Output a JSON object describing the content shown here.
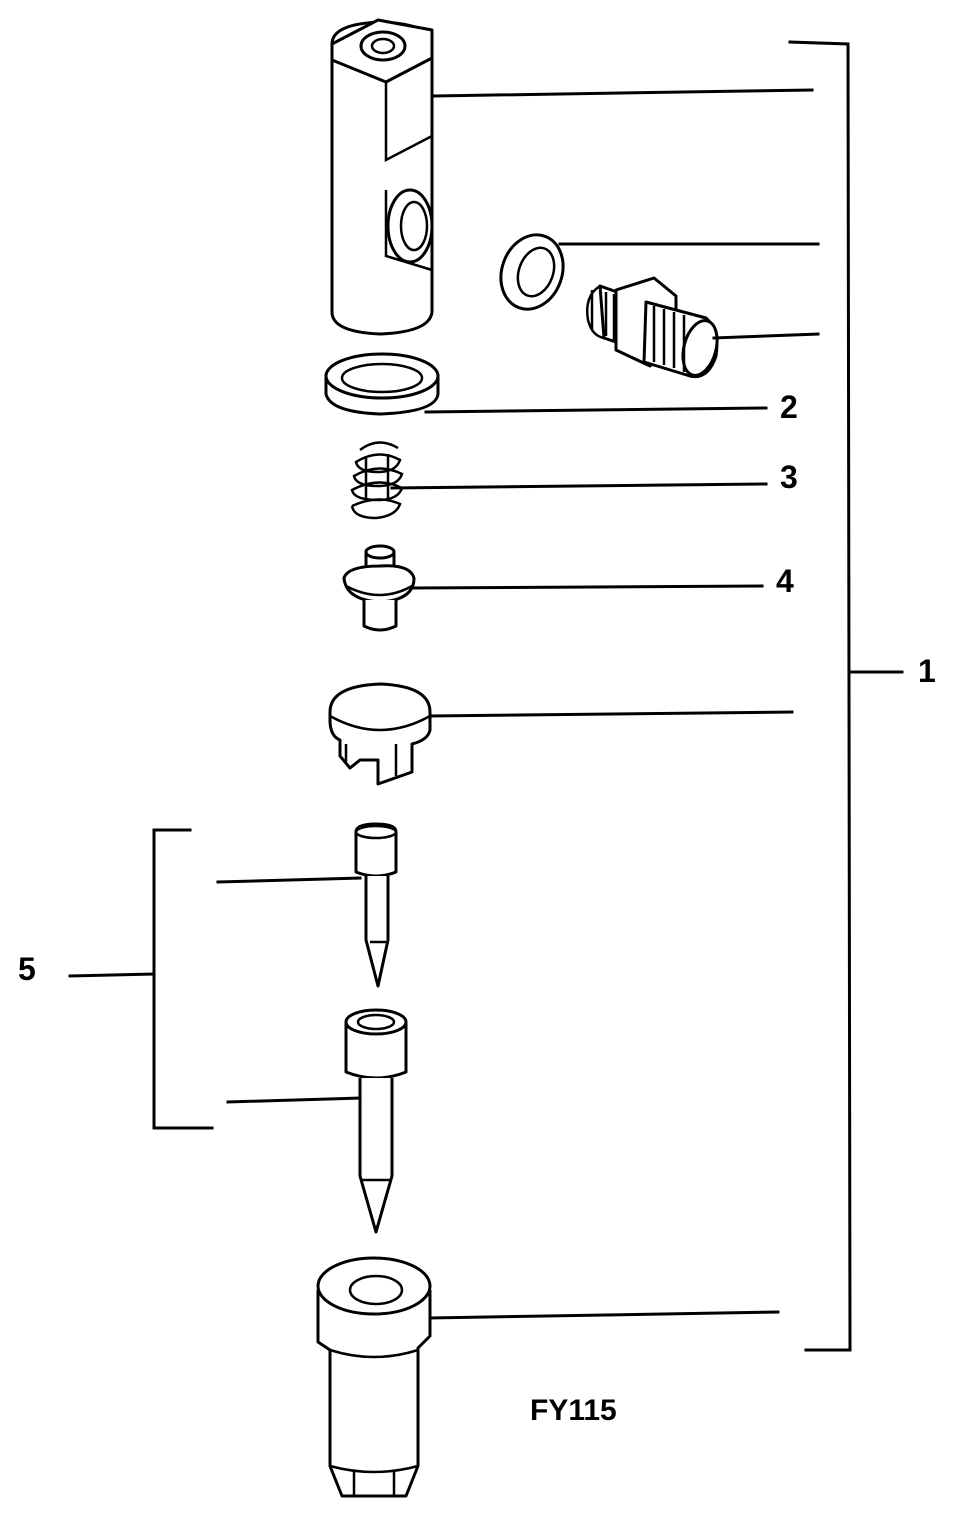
{
  "figure_code": "FY115",
  "callouts": {
    "n1": "1",
    "n2": "2",
    "n3": "3",
    "n4": "4",
    "n5": "5"
  },
  "colors": {
    "ink": "#000000",
    "paper": "#ffffff"
  }
}
